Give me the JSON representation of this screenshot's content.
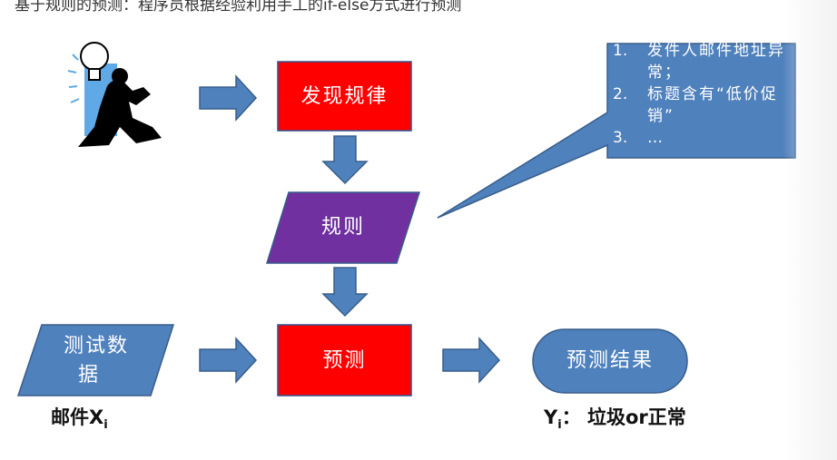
{
  "header": {
    "text": "基于规则的预测：程序员根据经验利用手工的if-else方式进行预测"
  },
  "nodes": {
    "discover": "发现规律",
    "rules": "规则",
    "test_data_line1": "测试数",
    "test_data_line2": "据",
    "predict": "预测",
    "result": "预测结果"
  },
  "callout": {
    "items": [
      {
        "num": "1.",
        "text": "发件人邮件地址异常；"
      },
      {
        "num": "2.",
        "text": "标题含有“低价促销”"
      },
      {
        "num": "3.",
        "text": "…"
      }
    ]
  },
  "captions": {
    "input_prefix": "邮件X",
    "input_sub": "i",
    "output_prefix": "Y",
    "output_sub": "i",
    "output_suffix": "：  垃圾or正常"
  },
  "colors": {
    "red": "#ff0000",
    "purple": "#7030a0",
    "blue": "#4f81bd",
    "blue_border": "#385d8a"
  }
}
